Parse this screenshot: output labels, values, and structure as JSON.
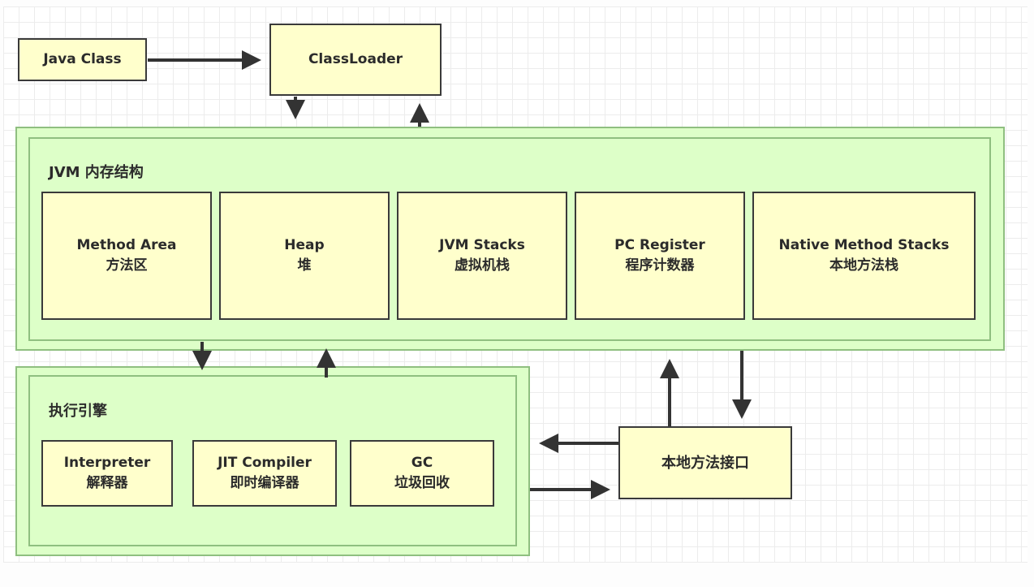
{
  "diagram": {
    "java_class": "Java Class",
    "class_loader": "ClassLoader",
    "jvm_memory": {
      "title": "JVM 内存结构",
      "areas": [
        {
          "en": "Method Area",
          "zh": "方法区"
        },
        {
          "en": "Heap",
          "zh": "堆"
        },
        {
          "en": "JVM Stacks",
          "zh": "虚拟机栈"
        },
        {
          "en": "PC Register",
          "zh": "程序计数器"
        },
        {
          "en": "Native Method Stacks",
          "zh": "本地方法栈"
        }
      ]
    },
    "execution_engine": {
      "title": "执行引擎",
      "components": [
        {
          "en": "Interpreter",
          "zh": "解释器"
        },
        {
          "en": "JIT Compiler",
          "zh": "即时编译器"
        },
        {
          "en": "GC",
          "zh": "垃圾回收"
        }
      ]
    },
    "native_interface": "本地方法接口",
    "colors": {
      "box_fill": "#ffffcc",
      "group_fill": "#ddffc8",
      "group_border": "#8fbf80",
      "stroke": "#3a3a3a"
    }
  }
}
